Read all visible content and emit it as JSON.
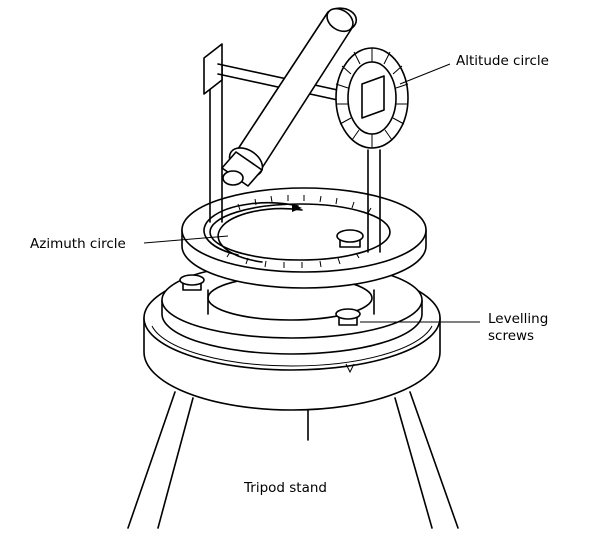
{
  "labels": {
    "altitude": "Altitude circle",
    "azimuth": "Azimuth circle",
    "levelling_1": "Levelling",
    "levelling_2": "screws",
    "tripod": "Tripod stand"
  }
}
